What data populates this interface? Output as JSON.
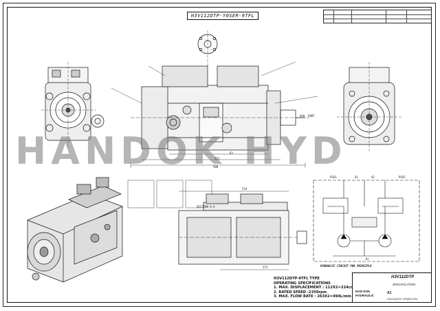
{
  "drawing": {
    "title": "H3V112DTP-Y0SER-9TFL",
    "watermark": "HANDOK HYD"
  },
  "labels": {
    "section_a": "SECTION A-A",
    "auxiliary_port": "AUX. PORT",
    "hydraulic_circuit": "HYDRAULIC CIRCUIT FOR PRINCIPLE",
    "port_psv1": "PSV1",
    "port_psv2": "PSV2",
    "port_a1": "A1",
    "port_a2": "A2",
    "port_dr": "Dr",
    "dim_500": "500",
    "dim_172": "172",
    "dim_234": "234",
    "dim_63": "63",
    "dim_173": "173"
  },
  "specs": {
    "type_line": "H3V112DTP-9TFL TYPE",
    "heading": "OPERATING SPECIFICATIONS",
    "line1": "1. MAX. DISPLACEMENT : 112X2=224cm^3",
    "line2": "2. RATED SPEED :2350rpm",
    "line3": "3. MAX. FLOW RATE : 263X2=494L/min"
  },
  "title_block": {
    "model": "H3V112DTP",
    "sheet_title": "SPECIFICATION",
    "company_line1": "HAN DOK",
    "company_line2": "HYDRAULIC",
    "drawing_no": "H3V112DTP-YPSER-9TFL",
    "size": "A1"
  }
}
